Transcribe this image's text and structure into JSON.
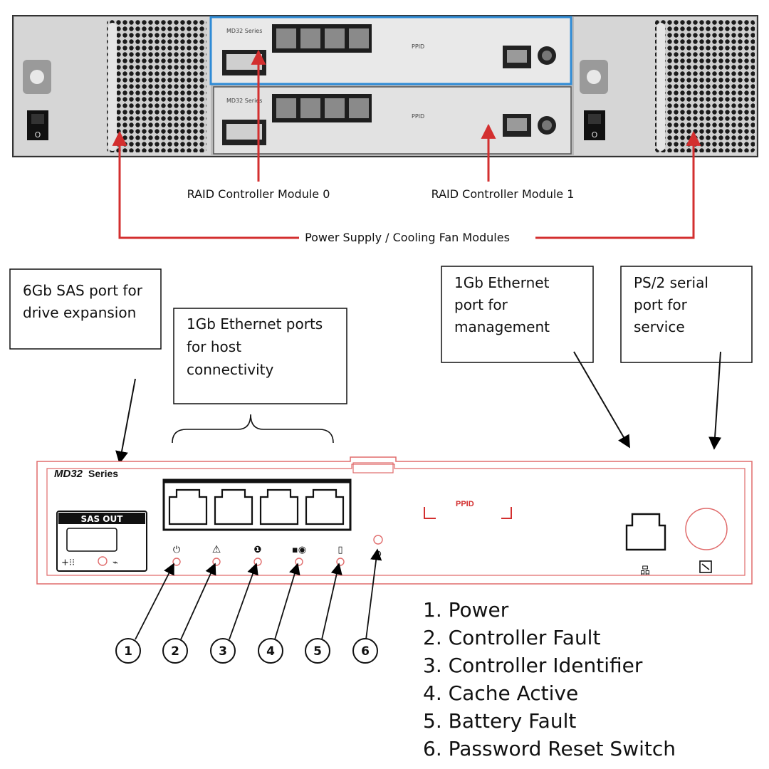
{
  "top_panel": {
    "module_labels": [
      "MD32 Series",
      "MD32 Series"
    ],
    "ppid": "PPID",
    "raid0_label": "RAID Controller Module 0",
    "raid1_label": "RAID Controller Module 1",
    "psu_label": "Power Supply / Cooling Fan Modules"
  },
  "callouts": {
    "sas": [
      "6Gb SAS port for",
      "drive expansion"
    ],
    "host": [
      "1Gb Ethernet ports",
      "for host",
      "connectivity"
    ],
    "mgmt": [
      "1Gb Ethernet",
      "port for",
      "management"
    ],
    "serial": [
      "PS/2 serial",
      "port for",
      "service"
    ]
  },
  "faceplate": {
    "series_bold": "MD32",
    "series_text": "Series",
    "sas_out": "SAS OUT",
    "ppid": "PPID"
  },
  "indicators": [
    "1",
    "2",
    "3",
    "4",
    "5",
    "6"
  ],
  "legend": [
    "1. Power",
    "2. Controller Fault",
    "3. Controller Identifier",
    "4. Cache Active",
    "5. Battery Fault",
    "6. Password Reset Switch"
  ],
  "colors": {
    "arrow_red": "#d32f2f",
    "module_highlight": "#2e8bd6",
    "faceplate_outline": "#e06b6b"
  }
}
